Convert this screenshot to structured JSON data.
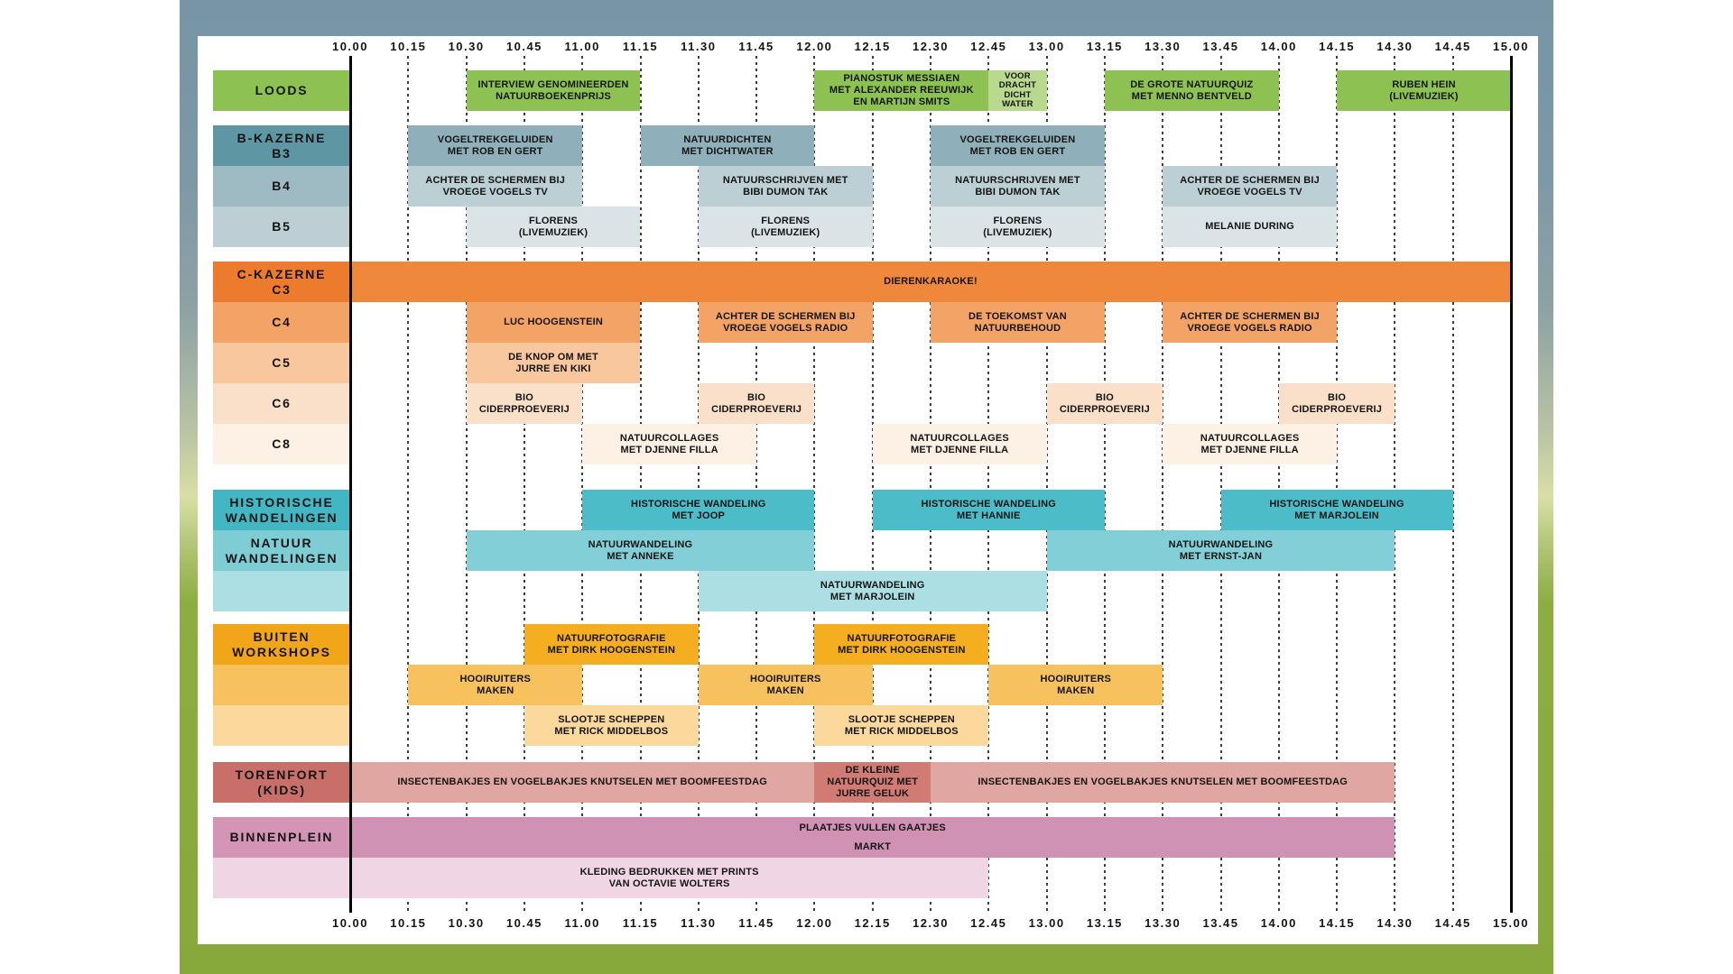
{
  "page": {
    "background": "#FFFFFF"
  },
  "artwork": {
    "sky_color": "#7795A5",
    "horizon_color": "#D9DFA5",
    "grass_color": "#8CAD3F",
    "panel_color": "#FFFFFF"
  },
  "chart_data": {
    "type": "gantt",
    "title": "",
    "time_axis": {
      "start": "10.00",
      "end": "15.00",
      "interval_minutes": 15,
      "ticks": [
        "10.00",
        "10.15",
        "10.30",
        "10.45",
        "11.00",
        "11.15",
        "11.30",
        "11.45",
        "12.00",
        "12.15",
        "12.30",
        "12.45",
        "13.00",
        "13.15",
        "13.30",
        "13.45",
        "14.00",
        "14.15",
        "14.30",
        "14.45",
        "15.00"
      ],
      "solid_ticks": [
        "10.00",
        "15.00"
      ],
      "label_positions": [
        "top",
        "bottom"
      ]
    },
    "grid": {
      "line_style": "dotted",
      "dotted_line_color": "#3D3D3D",
      "solid_line_color": "#000000"
    },
    "text_color": "#141414",
    "rows": [
      {
        "key": "loods",
        "label_lines": [
          "LOODS"
        ],
        "label_color": "#8DC252",
        "events": [
          {
            "lines": [
              "INTERVIEW GENOMINEERDEN",
              "NATUURBOEKENPRIJS"
            ],
            "start": "10.30",
            "end": "11.15",
            "color": "#8DC252"
          },
          {
            "lines": [
              "PIANOSTUK MESSIAEN",
              "MET ALEXANDER REEUWIJK",
              "EN MARTIJN SMITS"
            ],
            "start": "12.00",
            "end": "12.45",
            "color": "#8DC252"
          },
          {
            "lines": [
              "VOOR",
              "DRACHT",
              "DICHT",
              "WATER"
            ],
            "start": "12.45",
            "end": "13.00",
            "color": "#B9D98E"
          },
          {
            "lines": [
              "DE GROTE NATUURQUIZ",
              "MET MENNO BENTVELD"
            ],
            "start": "13.15",
            "end": "14.00",
            "color": "#8DC252"
          },
          {
            "lines": [
              "RUBEN HEIN",
              "(LIVEMUZIEK)"
            ],
            "start": "14.15",
            "end": "15.00",
            "color": "#8DC252"
          }
        ]
      },
      {
        "key": "b3",
        "label_lines": [
          "B-KAZERNE",
          "B3"
        ],
        "label_color": "#5E96A4",
        "events": [
          {
            "lines": [
              "VOGELTREKGELUIDEN",
              "MET ROB EN GERT"
            ],
            "start": "10.15",
            "end": "11.00",
            "color": "#8FB0BA"
          },
          {
            "lines": [
              "NATUURDICHTEN",
              "MET DICHTWATER"
            ],
            "start": "11.15",
            "end": "12.00",
            "color": "#8FB0BA"
          },
          {
            "lines": [
              "VOGELTREKGELUIDEN",
              "MET ROB EN GERT"
            ],
            "start": "12.30",
            "end": "13.15",
            "color": "#8FB0BA"
          }
        ]
      },
      {
        "key": "b4",
        "label_lines": [
          "B4"
        ],
        "label_color": "#9EBAC3",
        "events": [
          {
            "lines": [
              "ACHTER DE SCHERMEN BIJ",
              "VROEGE VOGELS TV"
            ],
            "start": "10.15",
            "end": "11.00",
            "color": "#BCCFD4"
          },
          {
            "lines": [
              "NATUURSCHRIJVEN MET",
              "BIBI DUMON TAK"
            ],
            "start": "11.30",
            "end": "12.15",
            "color": "#BCCFD4"
          },
          {
            "lines": [
              "NATUURSCHRIJVEN MET",
              "BIBI DUMON TAK"
            ],
            "start": "12.30",
            "end": "13.15",
            "color": "#BCCFD4"
          },
          {
            "lines": [
              "ACHTER DE SCHERMEN BIJ",
              "VROEGE VOGELS TV"
            ],
            "start": "13.30",
            "end": "14.15",
            "color": "#BCCFD4"
          }
        ]
      },
      {
        "key": "b5",
        "label_lines": [
          "B5"
        ],
        "label_color": "#BDCFD4",
        "events": [
          {
            "lines": [
              "FLORENS",
              "(LIVEMUZIEK)"
            ],
            "start": "10.30",
            "end": "11.15",
            "color": "#DAE3E5"
          },
          {
            "lines": [
              "FLORENS",
              "(LIVEMUZIEK)"
            ],
            "start": "11.30",
            "end": "12.15",
            "color": "#DAE3E5"
          },
          {
            "lines": [
              "FLORENS",
              "(LIVEMUZIEK)"
            ],
            "start": "12.30",
            "end": "13.15",
            "color": "#DAE3E5"
          },
          {
            "lines": [
              "MELANIE DURING"
            ],
            "start": "13.30",
            "end": "14.15",
            "color": "#DAE3E5"
          }
        ]
      },
      {
        "key": "c3",
        "label_lines": [
          "C-KAZERNE",
          "C3"
        ],
        "label_color": "#EC7B2D",
        "events": [
          {
            "lines": [
              "DIERENKARAOKE!"
            ],
            "start": "10.00",
            "end": "15.00",
            "color": "#F0883B"
          }
        ]
      },
      {
        "key": "c4",
        "label_lines": [
          "C4"
        ],
        "label_color": "#F3A366",
        "events": [
          {
            "lines": [
              "LUC HOOGENSTEIN"
            ],
            "start": "10.30",
            "end": "11.15",
            "color": "#F3A366"
          },
          {
            "lines": [
              "ACHTER DE SCHERMEN BIJ",
              "VROEGE VOGELS RADIO"
            ],
            "start": "11.30",
            "end": "12.15",
            "color": "#F3A366"
          },
          {
            "lines": [
              "DE TOEKOMST VAN",
              "NATUURBEHOUD"
            ],
            "start": "12.30",
            "end": "13.15",
            "color": "#F3A366"
          },
          {
            "lines": [
              "ACHTER DE SCHERMEN BIJ",
              "VROEGE VOGELS RADIO"
            ],
            "start": "13.30",
            "end": "14.15",
            "color": "#F3A366"
          }
        ]
      },
      {
        "key": "c5",
        "label_lines": [
          "C5"
        ],
        "label_color": "#F8C79E",
        "events": [
          {
            "lines": [
              "DE KNOP OM MET",
              "JURRE EN KIKI"
            ],
            "start": "10.30",
            "end": "11.15",
            "color": "#F8C79E"
          }
        ]
      },
      {
        "key": "c6",
        "label_lines": [
          "C6"
        ],
        "label_color": "#FBE0C9",
        "events": [
          {
            "lines": [
              "BIO",
              "CIDERPROEVERIJ"
            ],
            "start": "10.30",
            "end": "11.00",
            "color": "#FBE0C9"
          },
          {
            "lines": [
              "BIO",
              "CIDERPROEVERIJ"
            ],
            "start": "11.30",
            "end": "12.00",
            "color": "#FBE0C9"
          },
          {
            "lines": [
              "BIO",
              "CIDERPROEVERIJ"
            ],
            "start": "13.00",
            "end": "13.30",
            "color": "#FBE0C9"
          },
          {
            "lines": [
              "BIO",
              "CIDERPROEVERIJ"
            ],
            "start": "14.00",
            "end": "14.30",
            "color": "#FBE0C9"
          }
        ]
      },
      {
        "key": "c8",
        "label_lines": [
          "C8"
        ],
        "label_color": "#FDF0E4",
        "events": [
          {
            "lines": [
              "NATUURCOLLAGES",
              "MET DJENNE FILLA"
            ],
            "start": "11.00",
            "end": "11.45",
            "color": "#FDF0E4"
          },
          {
            "lines": [
              "NATUURCOLLAGES",
              "MET DJENNE FILLA"
            ],
            "start": "12.15",
            "end": "13.00",
            "color": "#FDF0E4"
          },
          {
            "lines": [
              "NATUURCOLLAGES",
              "MET DJENNE FILLA"
            ],
            "start": "13.30",
            "end": "14.15",
            "color": "#FDF0E4"
          }
        ]
      },
      {
        "key": "historische-wandelingen",
        "label_lines": [
          "HISTORISCHE",
          "WANDELINGEN"
        ],
        "label_color": "#42B7C3",
        "events": [
          {
            "lines": [
              "HISTORISCHE WANDELING",
              "MET JOOP"
            ],
            "start": "11.00",
            "end": "12.00",
            "color": "#4CBCC8"
          },
          {
            "lines": [
              "HISTORISCHE WANDELING",
              "MET HANNIE"
            ],
            "start": "12.15",
            "end": "13.15",
            "color": "#4CBCC8"
          },
          {
            "lines": [
              "HISTORISCHE WANDELING",
              "MET MARJOLEIN"
            ],
            "start": "13.45",
            "end": "14.45",
            "color": "#4CBCC8"
          }
        ]
      },
      {
        "key": "natuur-wandelingen",
        "label_lines": [
          "NATUUR",
          "WANDELINGEN"
        ],
        "label_color": "#7ECDD5",
        "events": [
          {
            "lines": [
              "NATUURWANDELING",
              "MET ANNEKE"
            ],
            "start": "10.30",
            "end": "12.00",
            "color": "#83CFD7"
          },
          {
            "lines": [
              "NATUURWANDELING",
              "MET ERNST-JAN"
            ],
            "start": "13.00",
            "end": "14.30",
            "color": "#83CFD7"
          }
        ]
      },
      {
        "key": "natuur-wandelingen-2",
        "label_lines": [],
        "label_color": "#ABDFE4",
        "events": [
          {
            "lines": [
              "NATUURWANDELING",
              "MET MARJOLEIN"
            ],
            "start": "11.30",
            "end": "13.00",
            "color": "#ABDFE4"
          }
        ]
      },
      {
        "key": "buiten-workshops",
        "label_lines": [
          "BUITEN",
          "WORKSHOPS"
        ],
        "label_color": "#F1A619",
        "events": [
          {
            "lines": [
              "NATUURFOTOGRAFIE",
              "MET DIRK HOOGENSTEIN"
            ],
            "start": "10.45",
            "end": "11.30",
            "color": "#F5AE20"
          },
          {
            "lines": [
              "NATUURFOTOGRAFIE",
              "MET DIRK HOOGENSTEIN"
            ],
            "start": "12.00",
            "end": "12.45",
            "color": "#F5AE20"
          }
        ]
      },
      {
        "key": "buiten-workshops-2",
        "label_lines": [],
        "label_color": "#F7C25D",
        "events": [
          {
            "lines": [
              "HOOIRUITERS",
              "MAKEN"
            ],
            "start": "10.15",
            "end": "11.00",
            "color": "#F7C25D"
          },
          {
            "lines": [
              "HOOIRUITERS",
              "MAKEN"
            ],
            "start": "11.30",
            "end": "12.15",
            "color": "#F7C25D"
          },
          {
            "lines": [
              "HOOIRUITERS",
              "MAKEN"
            ],
            "start": "12.45",
            "end": "13.30",
            "color": "#F7C25D"
          }
        ]
      },
      {
        "key": "buiten-workshops-3",
        "label_lines": [],
        "label_color": "#FBD89C",
        "events": [
          {
            "lines": [
              "SLOOTJE SCHEPPEN",
              "MET RICK MIDDELBOS"
            ],
            "start": "10.45",
            "end": "11.30",
            "color": "#FBD89C"
          },
          {
            "lines": [
              "SLOOTJE SCHEPPEN",
              "MET RICK MIDDELBOS"
            ],
            "start": "12.00",
            "end": "12.45",
            "color": "#FBD89C"
          }
        ]
      },
      {
        "key": "torenfort-kids",
        "label_lines": [
          "TORENFORT",
          "(KIDS)"
        ],
        "label_color": "#C96F6A",
        "events": [
          {
            "lines": [
              "INSECTENBAKJES EN VOGELBAKJES KNUTSELEN MET BOOMFEESTDAG"
            ],
            "start": "10.00",
            "end": "12.00",
            "color": "#E0A6A1"
          },
          {
            "lines": [
              "DE KLEINE",
              "NATUURQUIZ MET",
              "JURRE GELUK"
            ],
            "start": "12.00",
            "end": "12.30",
            "color": "#D17B75"
          },
          {
            "lines": [
              "INSECTENBAKJES EN VOGELBAKJES KNUTSELEN MET BOOMFEESTDAG"
            ],
            "start": "12.30",
            "end": "14.30",
            "color": "#E0A6A1"
          }
        ]
      },
      {
        "key": "binnenplein",
        "label_lines": [
          "BINNENPLEIN"
        ],
        "label_color": "#D394B6",
        "events": [
          {
            "lines": [
              "PLAATJES VULLEN GAATJES",
              "MARKT"
            ],
            "start": "10.00",
            "end": "14.30",
            "color": "#D092B4",
            "line_gap": true
          }
        ]
      },
      {
        "key": "binnenplein-2",
        "label_lines": [],
        "label_color": "#F0D6E4",
        "events": [
          {
            "lines": [
              "KLEDING BEDRUKKEN MET PRINTS",
              "VAN OCTAVIE WOLTERS"
            ],
            "start": "10.00",
            "end": "12.45",
            "color": "#F0D6E4"
          }
        ]
      }
    ]
  }
}
